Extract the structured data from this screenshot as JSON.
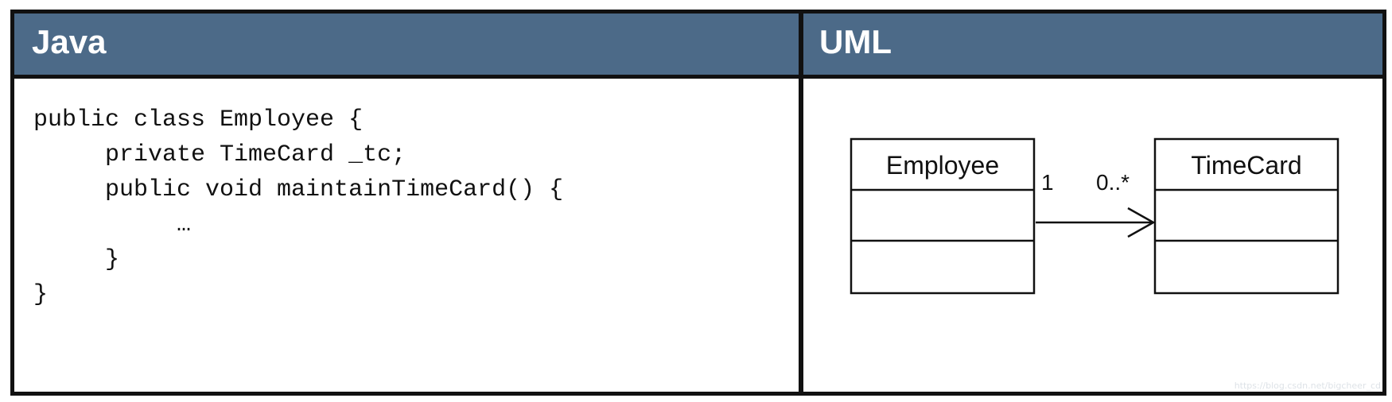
{
  "panels": {
    "java": {
      "title": "Java"
    },
    "uml": {
      "title": "UML"
    }
  },
  "java_code": {
    "lines": [
      "public class Employee {",
      "     private TimeCard _tc;",
      "     public void maintainTimeCard() {",
      "          …",
      "     }",
      "}"
    ]
  },
  "uml": {
    "source_class": {
      "name": "Employee"
    },
    "target_class": {
      "name": "TimeCard"
    },
    "association": {
      "source_multiplicity": "1",
      "target_multiplicity": "0..*",
      "navigable_toward": "TimeCard"
    }
  },
  "watermark": "https://blog.csdn.net/bigcheer_cd"
}
